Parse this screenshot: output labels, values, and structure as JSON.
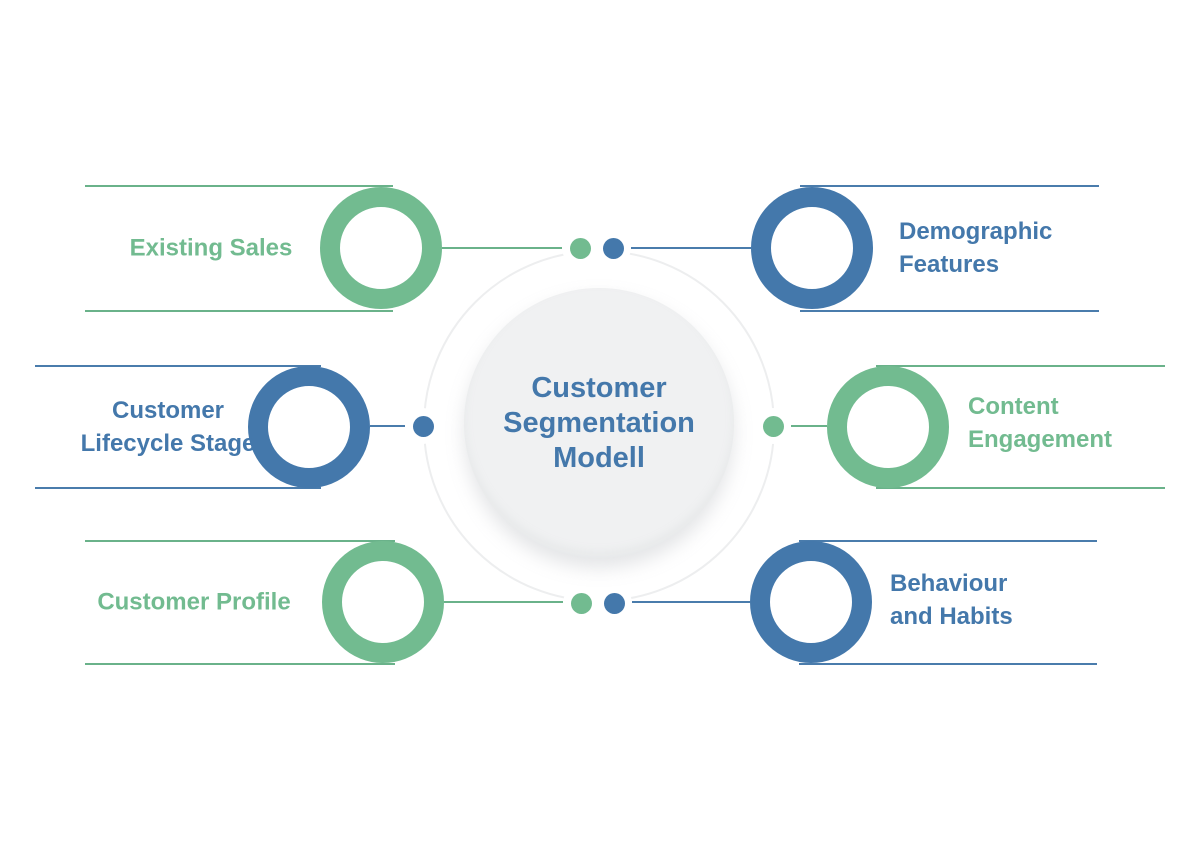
{
  "diagram": {
    "title": "Customer Segmentation Modell",
    "nodes": [
      {
        "id": "existing-sales",
        "label": "Existing Sales",
        "color": "green",
        "position": "top-left"
      },
      {
        "id": "demographic-features",
        "label": "Demographic Features",
        "color": "blue",
        "position": "top-right"
      },
      {
        "id": "customer-lifecycle-stage",
        "label": "Customer Lifecycle Stage",
        "color": "blue",
        "position": "middle-left"
      },
      {
        "id": "content-engagement",
        "label": "Content Engagement",
        "color": "green",
        "position": "middle-right"
      },
      {
        "id": "customer-profile",
        "label": "Customer Profile",
        "color": "green",
        "position": "bottom-left"
      },
      {
        "id": "behaviour-and-habits",
        "label": "Behaviour and Habits",
        "color": "blue",
        "position": "bottom-right"
      }
    ],
    "colors": {
      "green": "#72BB90",
      "blue": "#4478AB",
      "center_fill": "#F0F1F2",
      "center_ring_stroke": "#EDEEEF",
      "title_text": "#4478AB",
      "background": "#FFFFFF"
    }
  }
}
